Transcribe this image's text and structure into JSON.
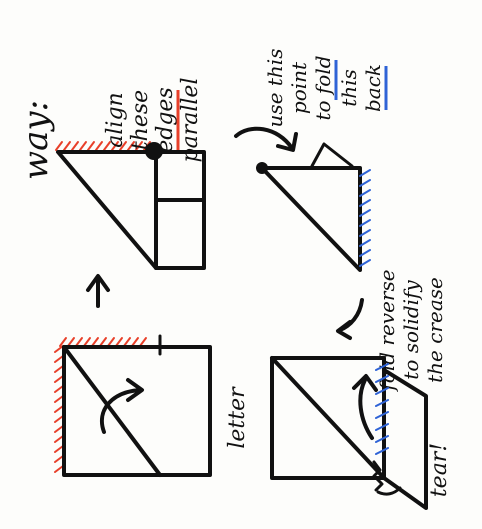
{
  "labels": {
    "heading": "way:",
    "letter": "letter",
    "align_line1": "align",
    "align_line2": "these",
    "align_line3": "edges",
    "align_line4": "parallel",
    "use_line1": "use this",
    "use_line2": "point",
    "use_line3": "to fold",
    "use_line4": "this",
    "use_line5": "back",
    "fold_line1": "fold reverse",
    "fold_line2": "to solidify",
    "fold_line3": "the crease",
    "tear": "tear!"
  },
  "colors": {
    "ink": "#111111",
    "red_hatch": "#e8402a",
    "blue_hatch": "#2f63d6",
    "paper": "#fdfdfb"
  },
  "icons": [
    "right-arrow-icon",
    "curved-arrow-icon",
    "fold-arrow-icon",
    "pivot-dot-icon"
  ]
}
